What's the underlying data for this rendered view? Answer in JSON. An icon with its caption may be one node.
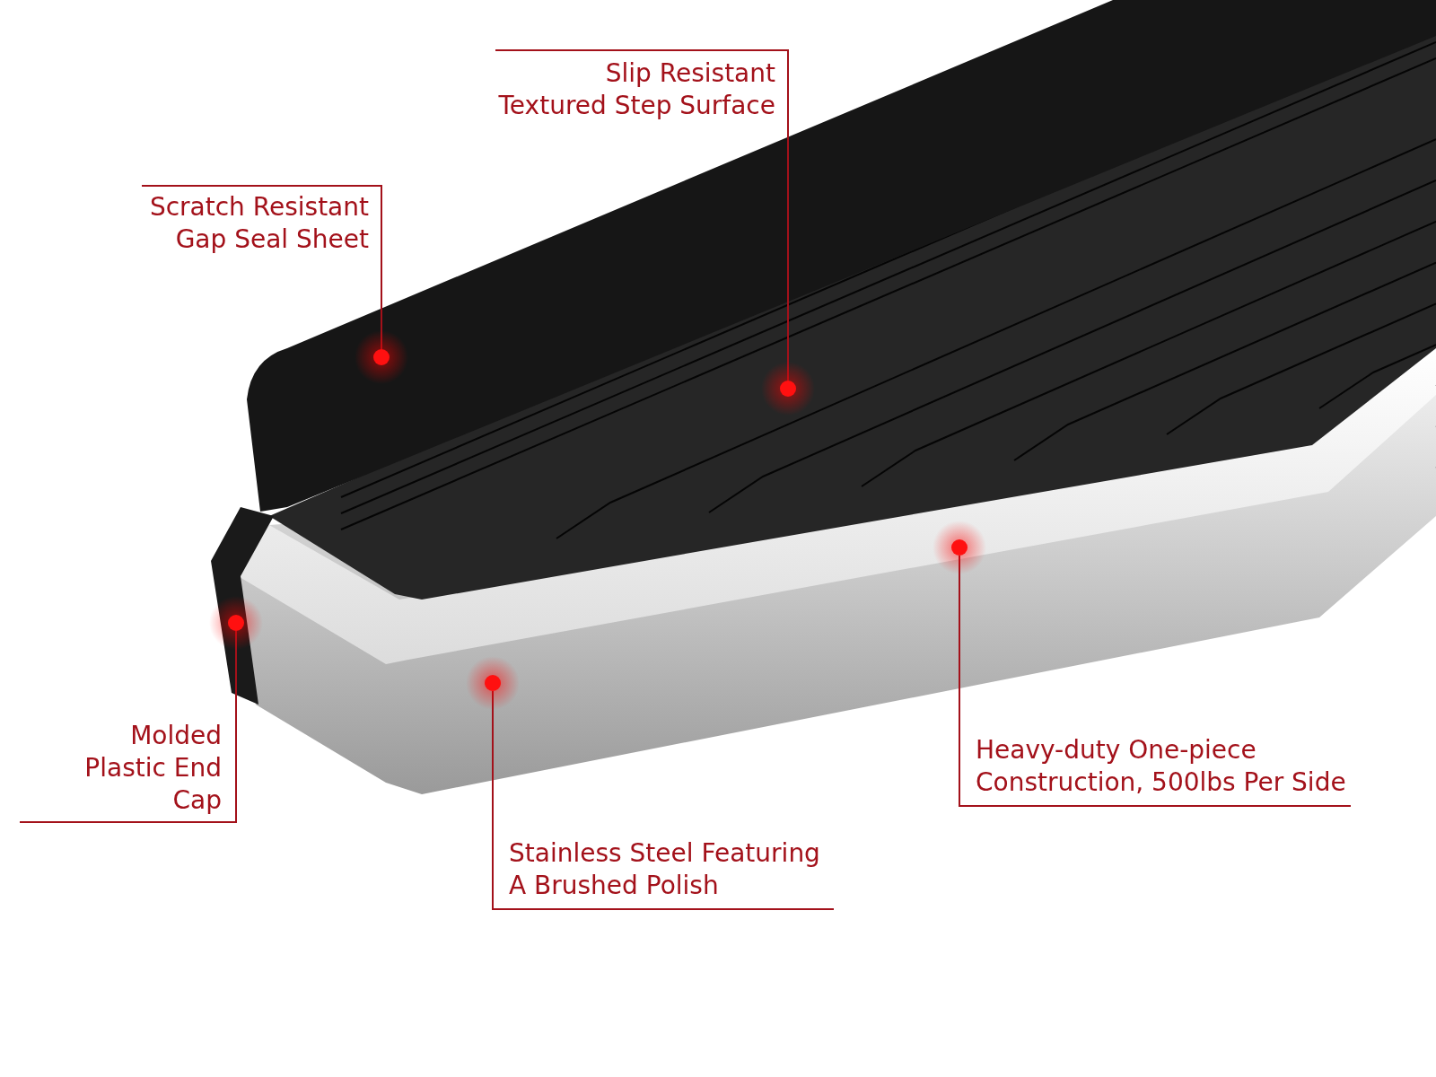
{
  "diagram": {
    "nodes": [
      {
        "text": [
          "Slip Resistant Textured Step Surface"
        ]
      },
      {
        "text": [
          "Scratch Resistant Gap Seal Sheet"
        ]
      },
      {
        "text": [
          "Molded Plastic End Cap"
        ]
      },
      {
        "text": [
          "Heavy-duty One-piece Construction, 500lbs Per Side"
        ]
      },
      {
        "text": [
          "Stainless Steel Featuring A Brushed Polish"
        ]
      },
      {
        "text": [],
        "shape": "circle"
      },
      {
        "text": [],
        "shape": "circle"
      },
      {
        "text": [],
        "shape": "circle"
      },
      {
        "text": [],
        "shape": "circle"
      },
      {
        "text": [],
        "shape": "circle"
      }
    ],
    "edges": [
      {
        "from": 0,
        "to": 8,
        "arrow": "none"
      },
      {
        "from": 1,
        "to": 6,
        "arrow": "none"
      },
      {
        "from": 2,
        "to": 5,
        "arrow": "none"
      },
      {
        "from": 3,
        "to": 9,
        "arrow": "none"
      },
      {
        "from": 4,
        "to": 7,
        "arrow": "none"
      }
    ]
  }
}
